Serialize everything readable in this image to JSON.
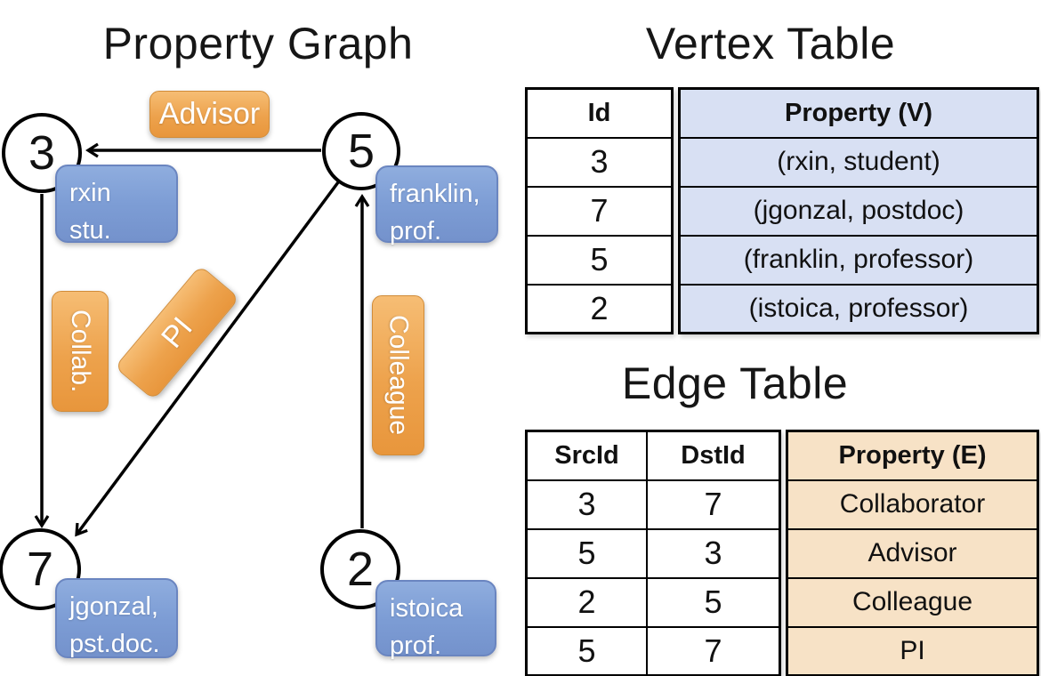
{
  "graph_panel": {
    "title": "Property Graph",
    "vertices": [
      {
        "id": "3",
        "property_lines": [
          "rxin",
          "stu."
        ]
      },
      {
        "id": "5",
        "property_lines": [
          "franklin,",
          "prof."
        ]
      },
      {
        "id": "7",
        "property_lines": [
          "jgonzal,",
          "pst.doc."
        ]
      },
      {
        "id": "2",
        "property_lines": [
          "istoica",
          "prof."
        ]
      }
    ],
    "edge_labels": {
      "advisor": "Advisor",
      "collab": "Collab.",
      "pi": "PI",
      "colleague": "Colleague"
    },
    "edges": [
      {
        "src": "5",
        "dst": "3",
        "label": "Advisor"
      },
      {
        "src": "3",
        "dst": "7",
        "label": "Collab."
      },
      {
        "src": "5",
        "dst": "7",
        "label": "PI"
      },
      {
        "src": "2",
        "dst": "5",
        "label": "Colleague"
      }
    ]
  },
  "vertex_table": {
    "title": "Vertex Table",
    "headers": {
      "id": "Id",
      "property": "Property (V)"
    },
    "rows": [
      [
        "3",
        "(rxin, student)"
      ],
      [
        "7",
        "(jgonzal, postdoc)"
      ],
      [
        "5",
        "(franklin, professor)"
      ],
      [
        "2",
        "(istoica, professor)"
      ]
    ]
  },
  "edge_table": {
    "title": "Edge Table",
    "headers": {
      "src": "SrcId",
      "dst": "DstId",
      "property": "Property (E)"
    },
    "rows": [
      [
        "3",
        "7",
        "Collaborator"
      ],
      [
        "5",
        "3",
        "Advisor"
      ],
      [
        "2",
        "5",
        "Colleague"
      ],
      [
        "5",
        "7",
        "PI"
      ]
    ]
  },
  "colors": {
    "edge_label_fill_top": "#f6bd74",
    "edge_label_fill_bottom": "#e8963c",
    "edge_label_border": "#d18c39",
    "vertex_label_fill_top": "#8fadde",
    "vertex_label_fill_bottom": "#7492cc",
    "vertex_label_border": "#6a85c0",
    "vertex_property_cell_fill": "#d8e0f3",
    "edge_property_cell_fill": "#f7e2c6",
    "line_color": "#000000",
    "text_on_labels": "#ffffff"
  }
}
